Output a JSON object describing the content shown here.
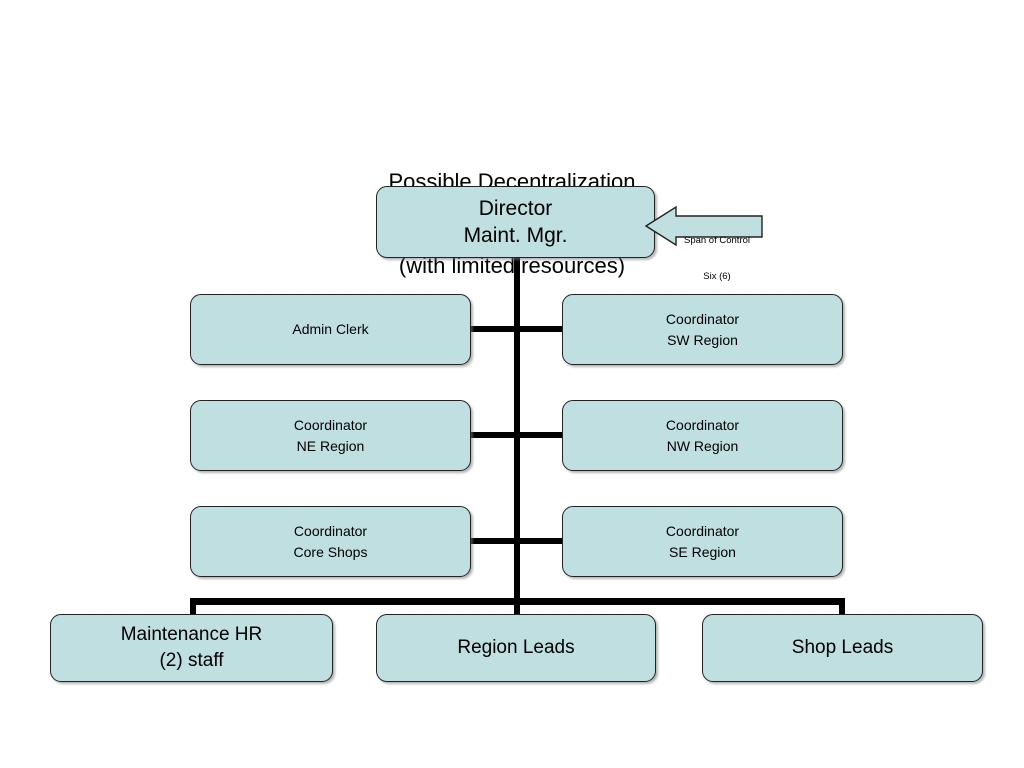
{
  "diagram": {
    "type": "org-chart",
    "title": {
      "line1": "Possible Decentralization",
      "line2": "(with limited resources)"
    },
    "colors": {
      "box_fill": "#bfdfe1",
      "box_border": "#222222",
      "connector": "#000000",
      "background": "#ffffff",
      "text": "#000000"
    },
    "root": {
      "line1": "Director",
      "line2": "Maint. Mgr."
    },
    "callout": {
      "line1": "Span of Control",
      "line2": "Six (6)",
      "shape": "left-arrow-callout"
    },
    "reports": [
      {
        "row": 1,
        "left": {
          "line1": "Admin Clerk",
          "line2": ""
        },
        "right": {
          "line1": "Coordinator",
          "line2": "SW Region"
        }
      },
      {
        "row": 2,
        "left": {
          "line1": "Coordinator",
          "line2": "NE Region"
        },
        "right": {
          "line1": "Coordinator",
          "line2": "NW Region"
        }
      },
      {
        "row": 3,
        "left": {
          "line1": "Coordinator",
          "line2": "Core Shops"
        },
        "right": {
          "line1": "Coordinator",
          "line2": "SE Region"
        }
      }
    ],
    "bottom_row": [
      {
        "line1": "Maintenance HR",
        "line2": "(2) staff"
      },
      {
        "line1": "Region Leads",
        "line2": ""
      },
      {
        "line1": "Shop Leads",
        "line2": ""
      }
    ]
  }
}
